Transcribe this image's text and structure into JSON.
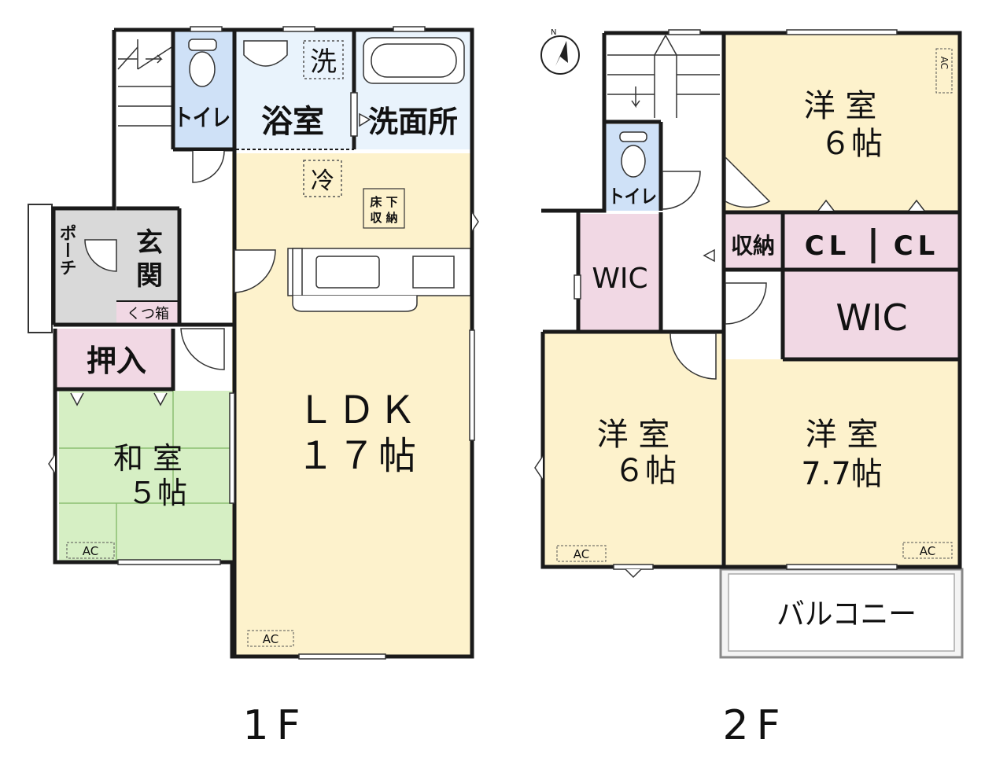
{
  "colors": {
    "ldk": "#fdf2cc",
    "washitsu": "#d6efc4",
    "toilet": "#cfe1f7",
    "bath": "#e9f3fc",
    "storage": "#f1d8e4",
    "porch": "#d9d9d9",
    "wall": "#1a1a1a"
  },
  "floor1": {
    "label": "1F",
    "rooms": {
      "toilet": "トイレ",
      "bath": "浴室",
      "washroom": "洗面所",
      "washer": "洗",
      "fridge": "冷",
      "underfloor_1": "床 下",
      "underfloor_2": "収 納",
      "entrance_1": "玄",
      "entrance_2": "関",
      "porch": "ポーチ",
      "shoebox": "くつ箱",
      "closet": "押入",
      "washitsu_1": "和 室",
      "washitsu_2": "５帖",
      "ldk_1": "ＬＤＫ",
      "ldk_2": "１７帖",
      "ac_washitsu": "AC",
      "ac_ldk": "AC"
    }
  },
  "floor2": {
    "label": "2F",
    "rooms": {
      "north": "N",
      "toilet": "トイレ",
      "room_ne_1": "洋 室",
      "room_ne_2": "６帖",
      "ac_ne": "AC",
      "storage": "収納",
      "cl_1": "CL",
      "cl_2": "CL",
      "wic_left": "WIC",
      "wic_right": "WIC",
      "room_sw_1": "洋 室",
      "room_sw_2": "６帖",
      "room_se_1": "洋 室",
      "room_se_2": "7.7帖",
      "ac_sw": "AC",
      "ac_se": "AC",
      "balcony": "バルコニー"
    }
  }
}
